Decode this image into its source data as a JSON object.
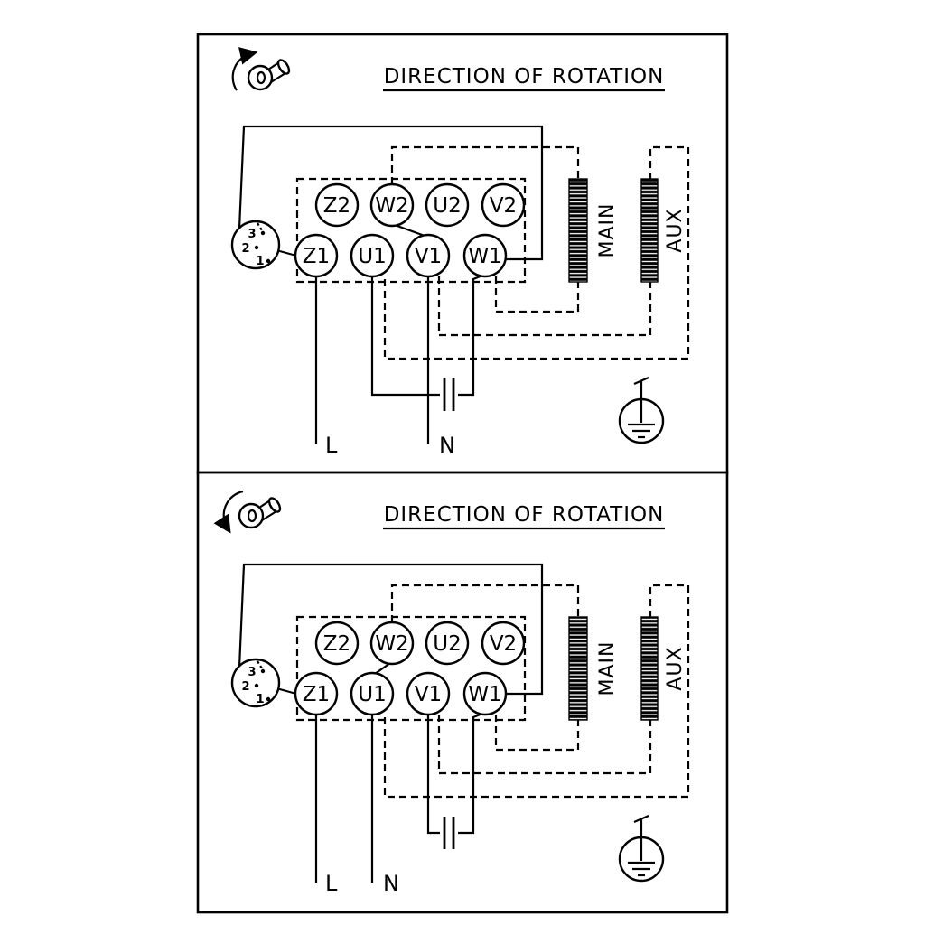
{
  "colors": {
    "line": "#000000",
    "background": "#ffffff"
  },
  "panels": [
    {
      "title": "DIRECTION OF ROTATION",
      "terminals_top": [
        "Z2",
        "W2",
        "U2",
        "V2"
      ],
      "terminals_bottom": [
        "Z1",
        "U1",
        "V1",
        "W1"
      ],
      "winding_main": "MAIN",
      "winding_aux": "AUX",
      "supply_line": "L",
      "supply_neutral": "N",
      "selector_positions": [
        "3",
        "2",
        "1"
      ]
    },
    {
      "title": "DIRECTION OF ROTATION",
      "terminals_top": [
        "Z2",
        "W2",
        "U2",
        "V2"
      ],
      "terminals_bottom": [
        "Z1",
        "U1",
        "V1",
        "W1"
      ],
      "winding_main": "MAIN",
      "winding_aux": "AUX",
      "supply_line": "L",
      "supply_neutral": "N",
      "selector_positions": [
        "3",
        "2",
        "1"
      ]
    }
  ]
}
